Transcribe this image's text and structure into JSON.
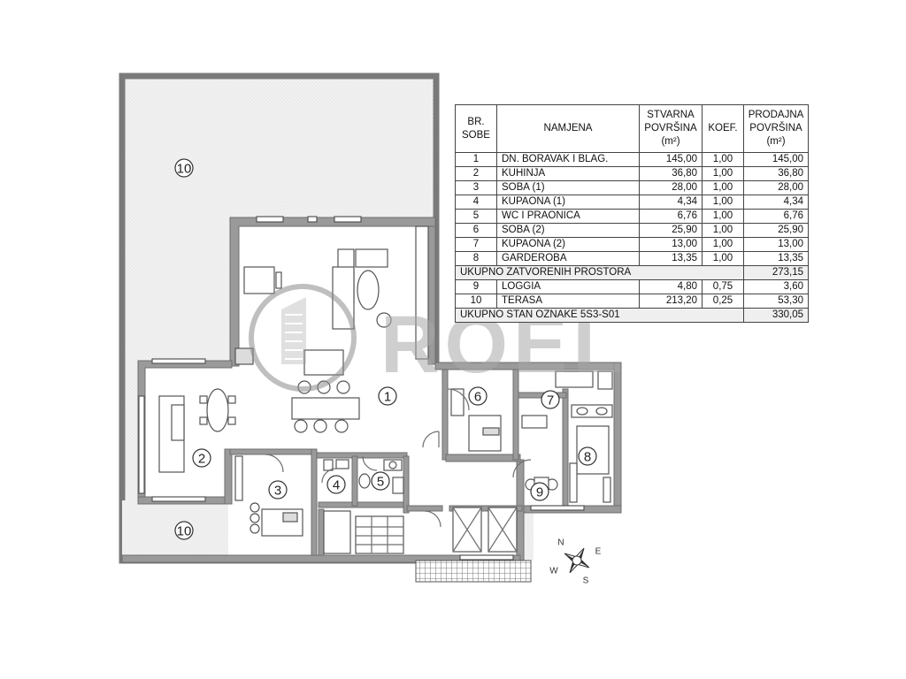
{
  "brand": {
    "watermark": "ROEL"
  },
  "plan": {
    "room_numbers": [
      "1",
      "2",
      "3",
      "4",
      "5",
      "6",
      "7",
      "8",
      "9",
      "10",
      "10"
    ]
  },
  "compass": {
    "n": "N",
    "e": "E",
    "s": "S",
    "w": "W"
  },
  "table": {
    "headers": {
      "br_sobe": [
        "BR.",
        "SOBE"
      ],
      "namjena": "NAMJENA",
      "stvarna": [
        "STVARNA",
        "POVRŠINA",
        "(m²)"
      ],
      "koef": "KOEF.",
      "prodajna": [
        "PRODAJNA",
        "POVRŠINA",
        "(m²)"
      ]
    },
    "rows_closed": [
      {
        "no": "1",
        "name": "DN. BORAVAK I BLAG.",
        "real": "145,00",
        "koef": "1,00",
        "sale": "145,00"
      },
      {
        "no": "2",
        "name": "KUHINJA",
        "real": "36,80",
        "koef": "1,00",
        "sale": "36,80"
      },
      {
        "no": "3",
        "name": "SOBA (1)",
        "real": "28,00",
        "koef": "1,00",
        "sale": "28,00"
      },
      {
        "no": "4",
        "name": "KUPAONA (1)",
        "real": "4,34",
        "koef": "1,00",
        "sale": "4,34"
      },
      {
        "no": "5",
        "name": "WC I PRAONICA",
        "real": "6,76",
        "koef": "1,00",
        "sale": "6,76"
      },
      {
        "no": "6",
        "name": "SOBA (2)",
        "real": "25,90",
        "koef": "1,00",
        "sale": "25,90"
      },
      {
        "no": "7",
        "name": "KUPAONA (2)",
        "real": "13,00",
        "koef": "1,00",
        "sale": "13,00"
      },
      {
        "no": "8",
        "name": "GARDEROBA",
        "real": "13,35",
        "koef": "1,00",
        "sale": "13,35"
      }
    ],
    "subtotal": {
      "label": "UKUPNO ZATVORENIH PROSTORA",
      "value": "273,15"
    },
    "rows_open": [
      {
        "no": "9",
        "name": "LOGGIA",
        "real": "4,80",
        "koef": "0,75",
        "sale": "3,60"
      },
      {
        "no": "10",
        "name": "TERASA",
        "real": "213,20",
        "koef": "0,25",
        "sale": "53,30"
      }
    ],
    "total": {
      "label": "UKUPNO STAN OZNAKE 5S3-S01",
      "value": "330,05"
    }
  }
}
